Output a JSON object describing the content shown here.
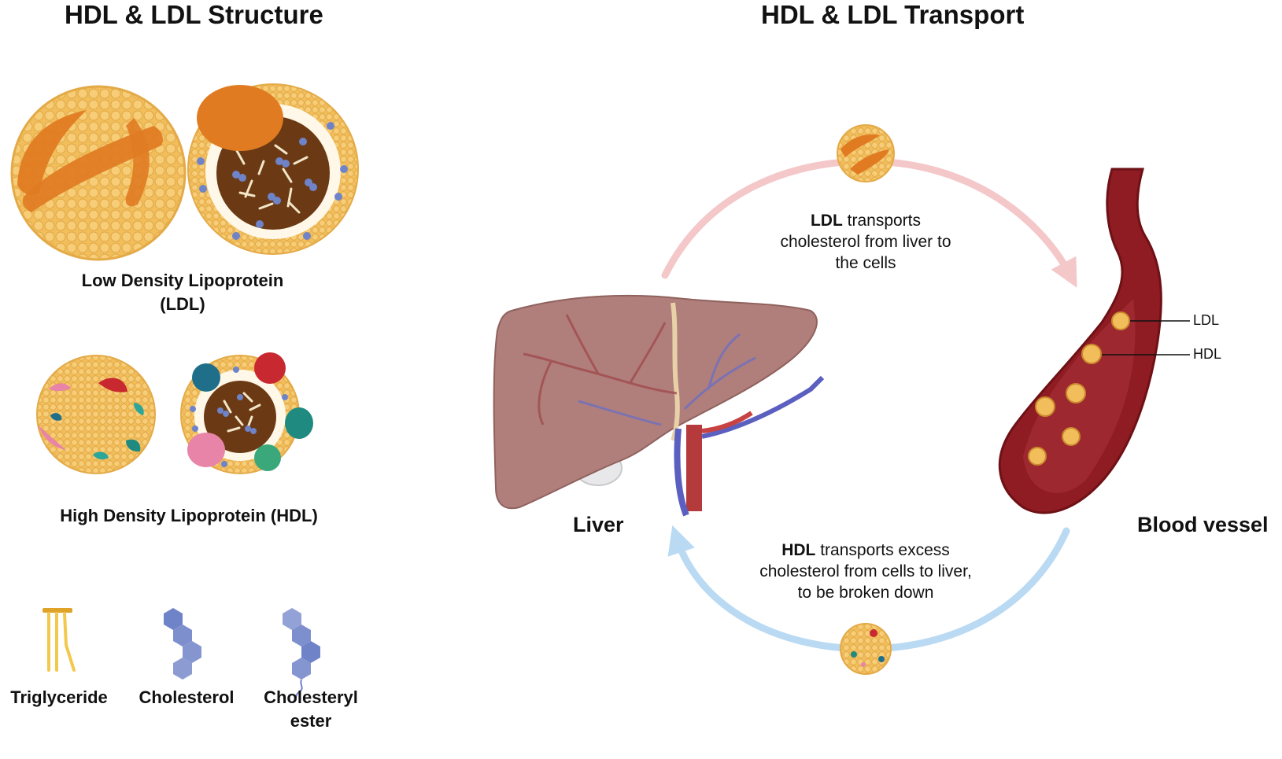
{
  "titles": {
    "structure": "HDL & LDL Structure",
    "transport": "HDL & LDL Transport"
  },
  "particles": {
    "ldl_label_line1": "Low Density Lipoprotein",
    "ldl_label_line2": "(LDL)",
    "hdl_label": "High Density Lipoprotein (HDL)"
  },
  "legend": {
    "triglyceride": "Triglyceride",
    "cholesterol": "Cholesterol",
    "cholesteryl_ester_line1": "Cholesteryl",
    "cholesteryl_ester_line2": "ester"
  },
  "transport": {
    "ldl_bold": "LDL",
    "ldl_text_line1": " transports",
    "ldl_text_line2": "cholesterol from liver to",
    "ldl_text_line3": "the cells",
    "hdl_bold": "HDL",
    "hdl_text_line1": " transports excess",
    "hdl_text_line2": "cholesterol from cells to liver,",
    "hdl_text_line3": "to be broken down",
    "liver": "Liver",
    "blood_vessel": "Blood vessel",
    "vessel_ldl": "LDL",
    "vessel_hdl": "HDL"
  },
  "colors": {
    "ldl_arrow": "#f4c7c9",
    "hdl_arrow": "#b9daf2",
    "lipid_shell": "#f2be5c",
    "apoprotein_ldl": "#e07b22",
    "core": "#6b3a14",
    "cholesterol": "#6f83c8",
    "liver": "#b07f7b",
    "vessel": "#8e1c22"
  }
}
